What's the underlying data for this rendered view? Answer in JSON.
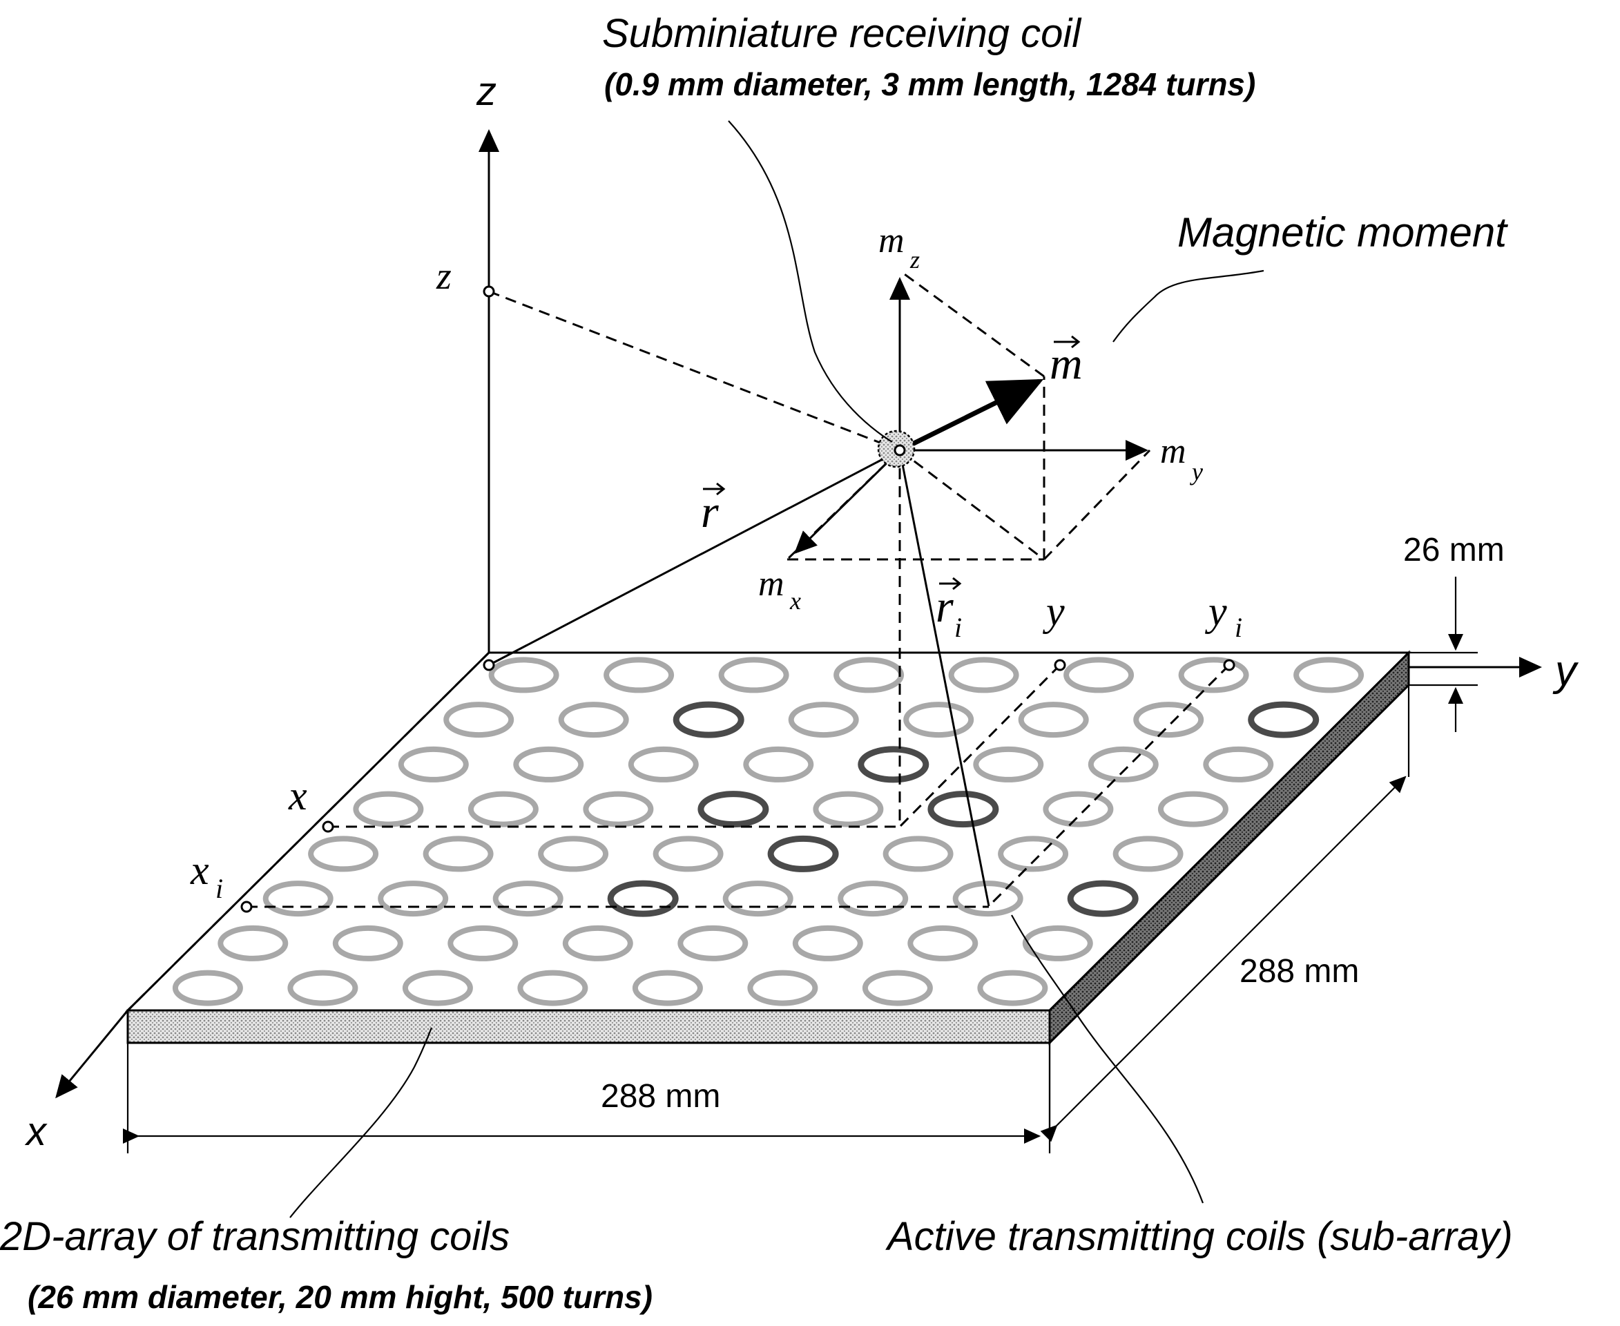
{
  "labels": {
    "receiving_coil_title": "Subminiature receiving coil",
    "receiving_coil_spec": "(0.9 mm diameter, 3 mm length, 1284 turns)",
    "magnetic_moment": "Magnetic moment",
    "array_title": "2D-array of transmitting coils",
    "array_spec": "(26 mm diameter, 20 mm hight, 500 turns)",
    "active_coils": "Active transmitting coils (sub-array)"
  },
  "axes": {
    "x": "x",
    "y": "y",
    "z": "z"
  },
  "points": {
    "x": "x",
    "xi": "x",
    "xi_sub": "i",
    "y": "y",
    "yi": "y",
    "yi_sub": "i",
    "z": "z"
  },
  "vectors": {
    "r": "r",
    "ri": "r",
    "ri_sub": "i",
    "m": "m",
    "mx": "m",
    "mx_sub": "x",
    "my": "m",
    "my_sub": "y",
    "mz": "m",
    "mz_sub": "z"
  },
  "dimensions": {
    "thickness": "26 mm",
    "depth": "288 mm",
    "width": "288 mm"
  },
  "coil_grid": {
    "rows": 8,
    "cols": 8
  },
  "colors": {
    "coil": "#a8a8a8",
    "coil_active": "#4a4a4a",
    "edge_fill": "#cfcfcf",
    "side_fill": "#8a8a8a"
  }
}
